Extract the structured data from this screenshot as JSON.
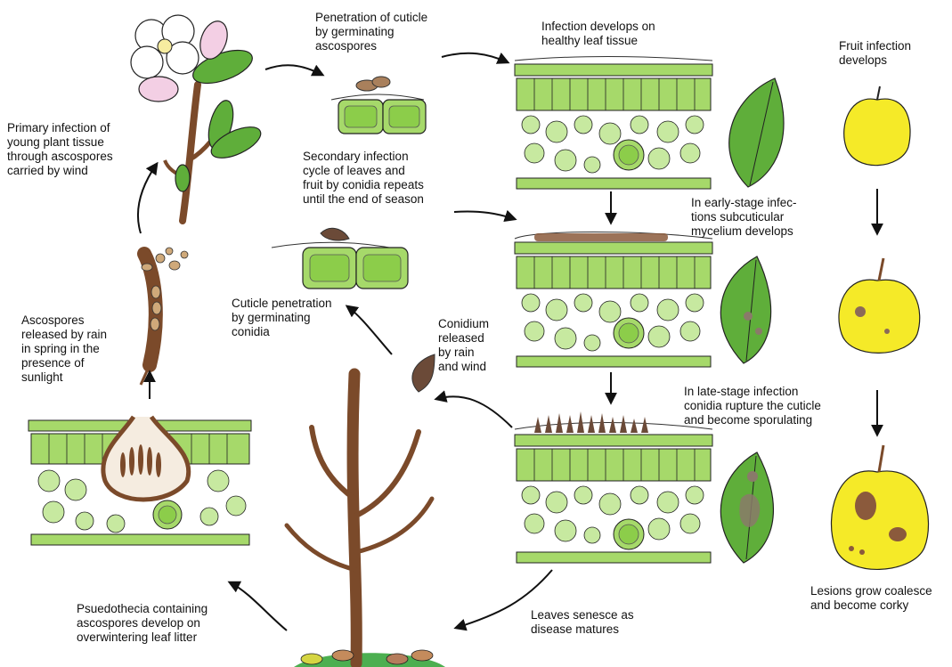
{
  "labels": {
    "penetration_cuticle_ascospores": "Penetration of cuticle\nby germinating\nascospores",
    "infection_develops_leaf": "Infection develops on\nhealthy leaf tissue",
    "fruit_infection_develops": "Fruit infection\ndevelops",
    "primary_infection": "Primary infection of\nyoung plant tissue\nthrough ascospores\ncarried by wind",
    "secondary_infection": "Secondary infection\ncycle of leaves and\nfruit by conidia repeats\nuntil the end of season",
    "early_stage": "In early-stage infec-\ntions subcuticular\nmycelium develops",
    "ascospores_released": "Ascospores\nreleased by rain\nin spring in the\npresence of\nsunlight",
    "cuticle_penetration_conidia": "Cuticle penetration\nby germinating\nconidia",
    "conidium_released": "Conidium\nreleased\nby rain\nand wind",
    "late_stage": "In late-stage infection\nconidia rupture the cuticle\nand become sporulating",
    "pseudothecia": "Psuedothecia containing\nascospores develop on\noverwintering leaf litter",
    "leaves_senesce": "Leaves senesce as\ndisease matures",
    "lesions": "Lesions grow coalesce\nand become corky"
  },
  "colors": {
    "cell_green": "#a6d96a",
    "cell_light": "#c7e9a0",
    "leaf_green": "#5fae3a",
    "fruit_yellow": "#f5ea28",
    "lesion_brown": "#8b5a3c",
    "tree_brown": "#7b4a2a",
    "ground_green": "#4caf50",
    "arrow": "#111111"
  },
  "icons": [
    "flower-branch-icon",
    "leaf-icon",
    "apple-icon",
    "tree-icon",
    "spore-icon",
    "tissue-section-icon",
    "arrow-icon"
  ]
}
